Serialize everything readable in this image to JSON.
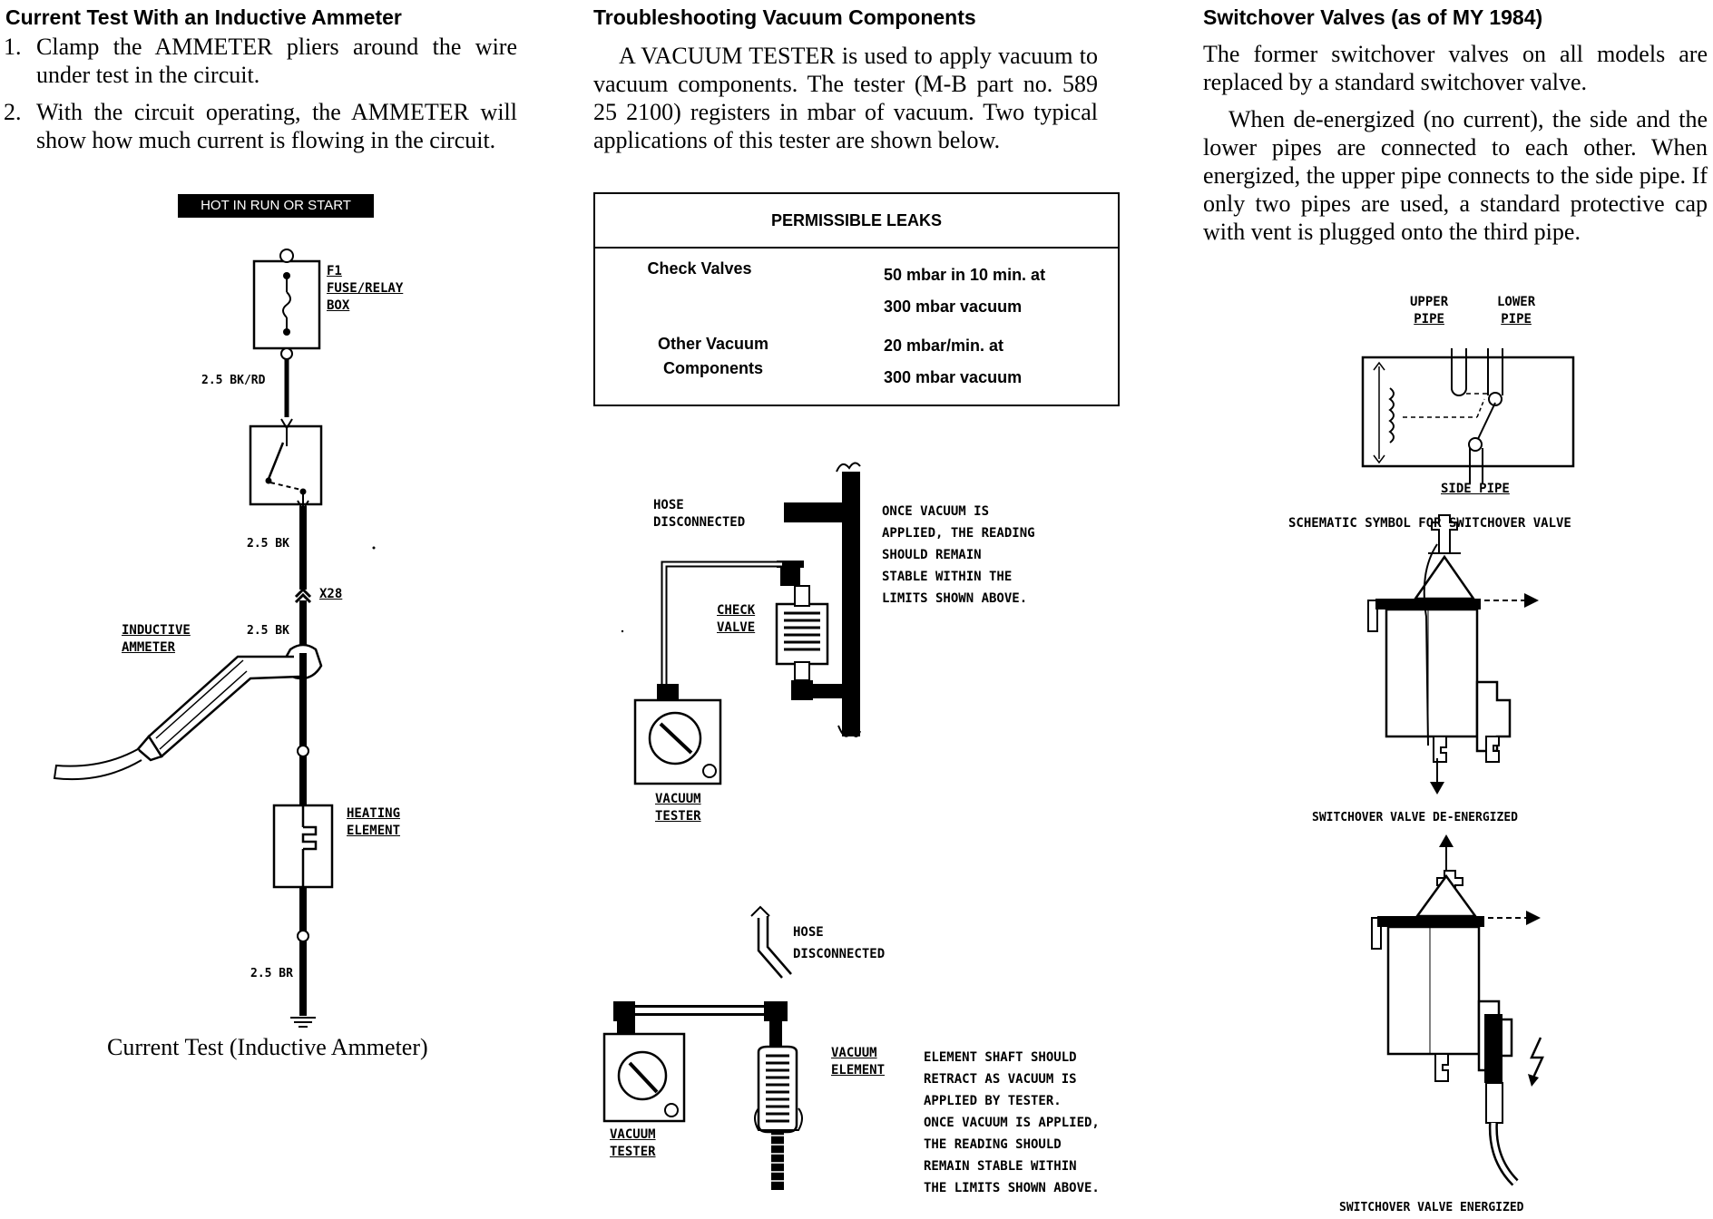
{
  "left": {
    "heading": "Current Test With an Inductive Ammeter",
    "step1_num": "1.",
    "step1": "Clamp the AMMETER pliers around the wire under test in the circuit.",
    "step2_num": "2.",
    "step2": "With the circuit operating, the AMMETER will show how much current is flowing in the circuit.",
    "hot_label": "HOT IN RUN OR START",
    "fuse_label": [
      "F1",
      "FUSE/RELAY",
      "BOX"
    ],
    "wire1": "2.5 BK/RD",
    "wire2": "2.5 BK",
    "connector": "X28",
    "wire3": "2.5 BK",
    "inductive_label": [
      "INDUCTIVE",
      "AMMETER"
    ],
    "heating_label": [
      "HEATING",
      "ELEMENT"
    ],
    "wire4": "2.5 BR",
    "caption": "Current Test (Inductive Ammeter)"
  },
  "middle": {
    "heading": "Troubleshooting Vacuum Components",
    "paragraph": "A VACUUM TESTER is used to apply vacuum to vacuum components. The tester (M-B part no. 589 25 2100) registers in mbar of vacuum. Two typical applications of this tester are shown below.",
    "table": {
      "title": "PERMISSIBLE LEAKS",
      "rows": [
        {
          "component": "Check Valves",
          "line1": "50 mbar in 10 min. at",
          "line2": "300 mbar vacuum"
        },
        {
          "component": "Other Vacuum Components",
          "line1": "20 mbar/min. at",
          "line2": "300 mbar vacuum"
        }
      ]
    },
    "fig1": {
      "hose_label": [
        "HOSE",
        "DISCONNECTED"
      ],
      "check_label": [
        "CHECK",
        "VALVE"
      ],
      "note": [
        "ONCE VACUUM IS",
        "APPLIED, THE READING",
        "SHOULD REMAIN",
        "STABLE WITHIN THE",
        "LIMITS SHOWN ABOVE."
      ],
      "tester_label": [
        "VACUUM",
        "TESTER"
      ]
    },
    "fig2": {
      "hose_label": [
        "HOSE",
        "DISCONNECTED"
      ],
      "element_label": [
        "VACUUM",
        "ELEMENT"
      ],
      "note": [
        "ELEMENT SHAFT SHOULD",
        "RETRACT AS VACUUM IS",
        "APPLIED BY TESTER.",
        "ONCE VACUUM IS APPLIED,",
        "THE READING SHOULD",
        "REMAIN STABLE WITHIN",
        "THE LIMITS SHOWN ABOVE."
      ],
      "tester_label": [
        "VACUUM",
        "TESTER"
      ]
    }
  },
  "right": {
    "heading": "Switchover Valves (as of MY 1984)",
    "para1": "The former switchover valves on all models are replaced by a standard switchover valve.",
    "para2": "When de-energized (no current), the side and the lower pipes are connected to each other. When energized, the upper pipe connects to the side pipe. If only two pipes are used, a standard protective cap with vent is plugged onto the third pipe.",
    "upper_pipe": [
      "UPPER",
      "PIPE"
    ],
    "lower_pipe": [
      "LOWER",
      "PIPE"
    ],
    "side_pipe": "SIDE PIPE",
    "schematic_caption": "SCHEMATIC SYMBOL FOR SWITCHOVER VALVE",
    "deenergized_caption": "SWITCHOVER VALVE DE-ENERGIZED",
    "energized_caption": "SWITCHOVER VALVE ENERGIZED"
  }
}
